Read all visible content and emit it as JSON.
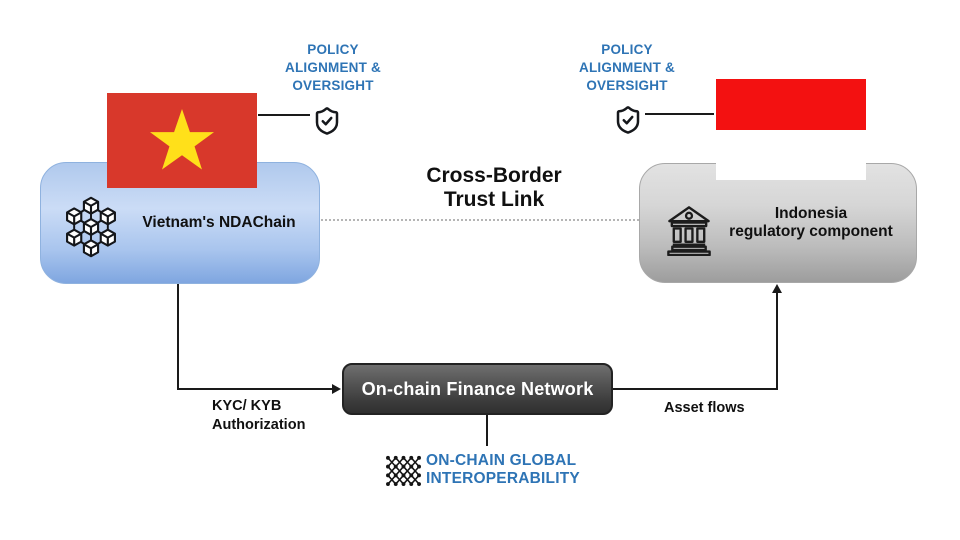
{
  "title_lines": [
    "Cross-Border",
    "Trust Link"
  ],
  "left": {
    "policy_label": "POLICY ALIGNMENT & OVERSIGHT",
    "flag_country": "Vietnam",
    "node_label": "Vietnam's NDAChain"
  },
  "right": {
    "policy_label": "POLICY ALIGNMENT & OVERSIGHT",
    "flag_country": "Indonesia",
    "node_label_lines": [
      "Indonesia",
      "regulatory component"
    ]
  },
  "center": {
    "finance_network_label": "On-chain Finance Network",
    "interop_lines": [
      "ON-CHAIN GLOBAL",
      "INTEROPERABILITY"
    ]
  },
  "flows": {
    "kyc_lines": [
      "KYC/ KYB",
      "Authorization"
    ],
    "asset_label": "Asset flows"
  },
  "icons": {
    "left_policy": "shield-check-icon",
    "right_policy": "shield-check-icon",
    "vietnam_node": "blockchain-cubes-icon",
    "indonesia_node": "bank-icon",
    "interop": "mesh-network-icon"
  },
  "colors": {
    "policy_text_blue": "#2E74B5",
    "interop_text_blue": "#2E74B5",
    "title_black": "#101010",
    "connector_black": "#1A1A1A",
    "dotted_link_gray": "#B5B5B5",
    "vietnam_flag_red": "#D8382B",
    "vietnam_star_yellow": "#FFE01A",
    "indonesia_flag_red": "#F31111",
    "indonesia_flag_white": "#FFFFFF",
    "vietnam_box_blue_top": "#CBDCF6",
    "vietnam_box_blue_bottom": "#7FA6E0",
    "indonesia_box_gray_top": "#E2E2E2",
    "indonesia_box_gray_bottom": "#9D9D9D",
    "finance_box_dark": "#3C3C3C",
    "finance_box_text": "#FFFFFF"
  }
}
